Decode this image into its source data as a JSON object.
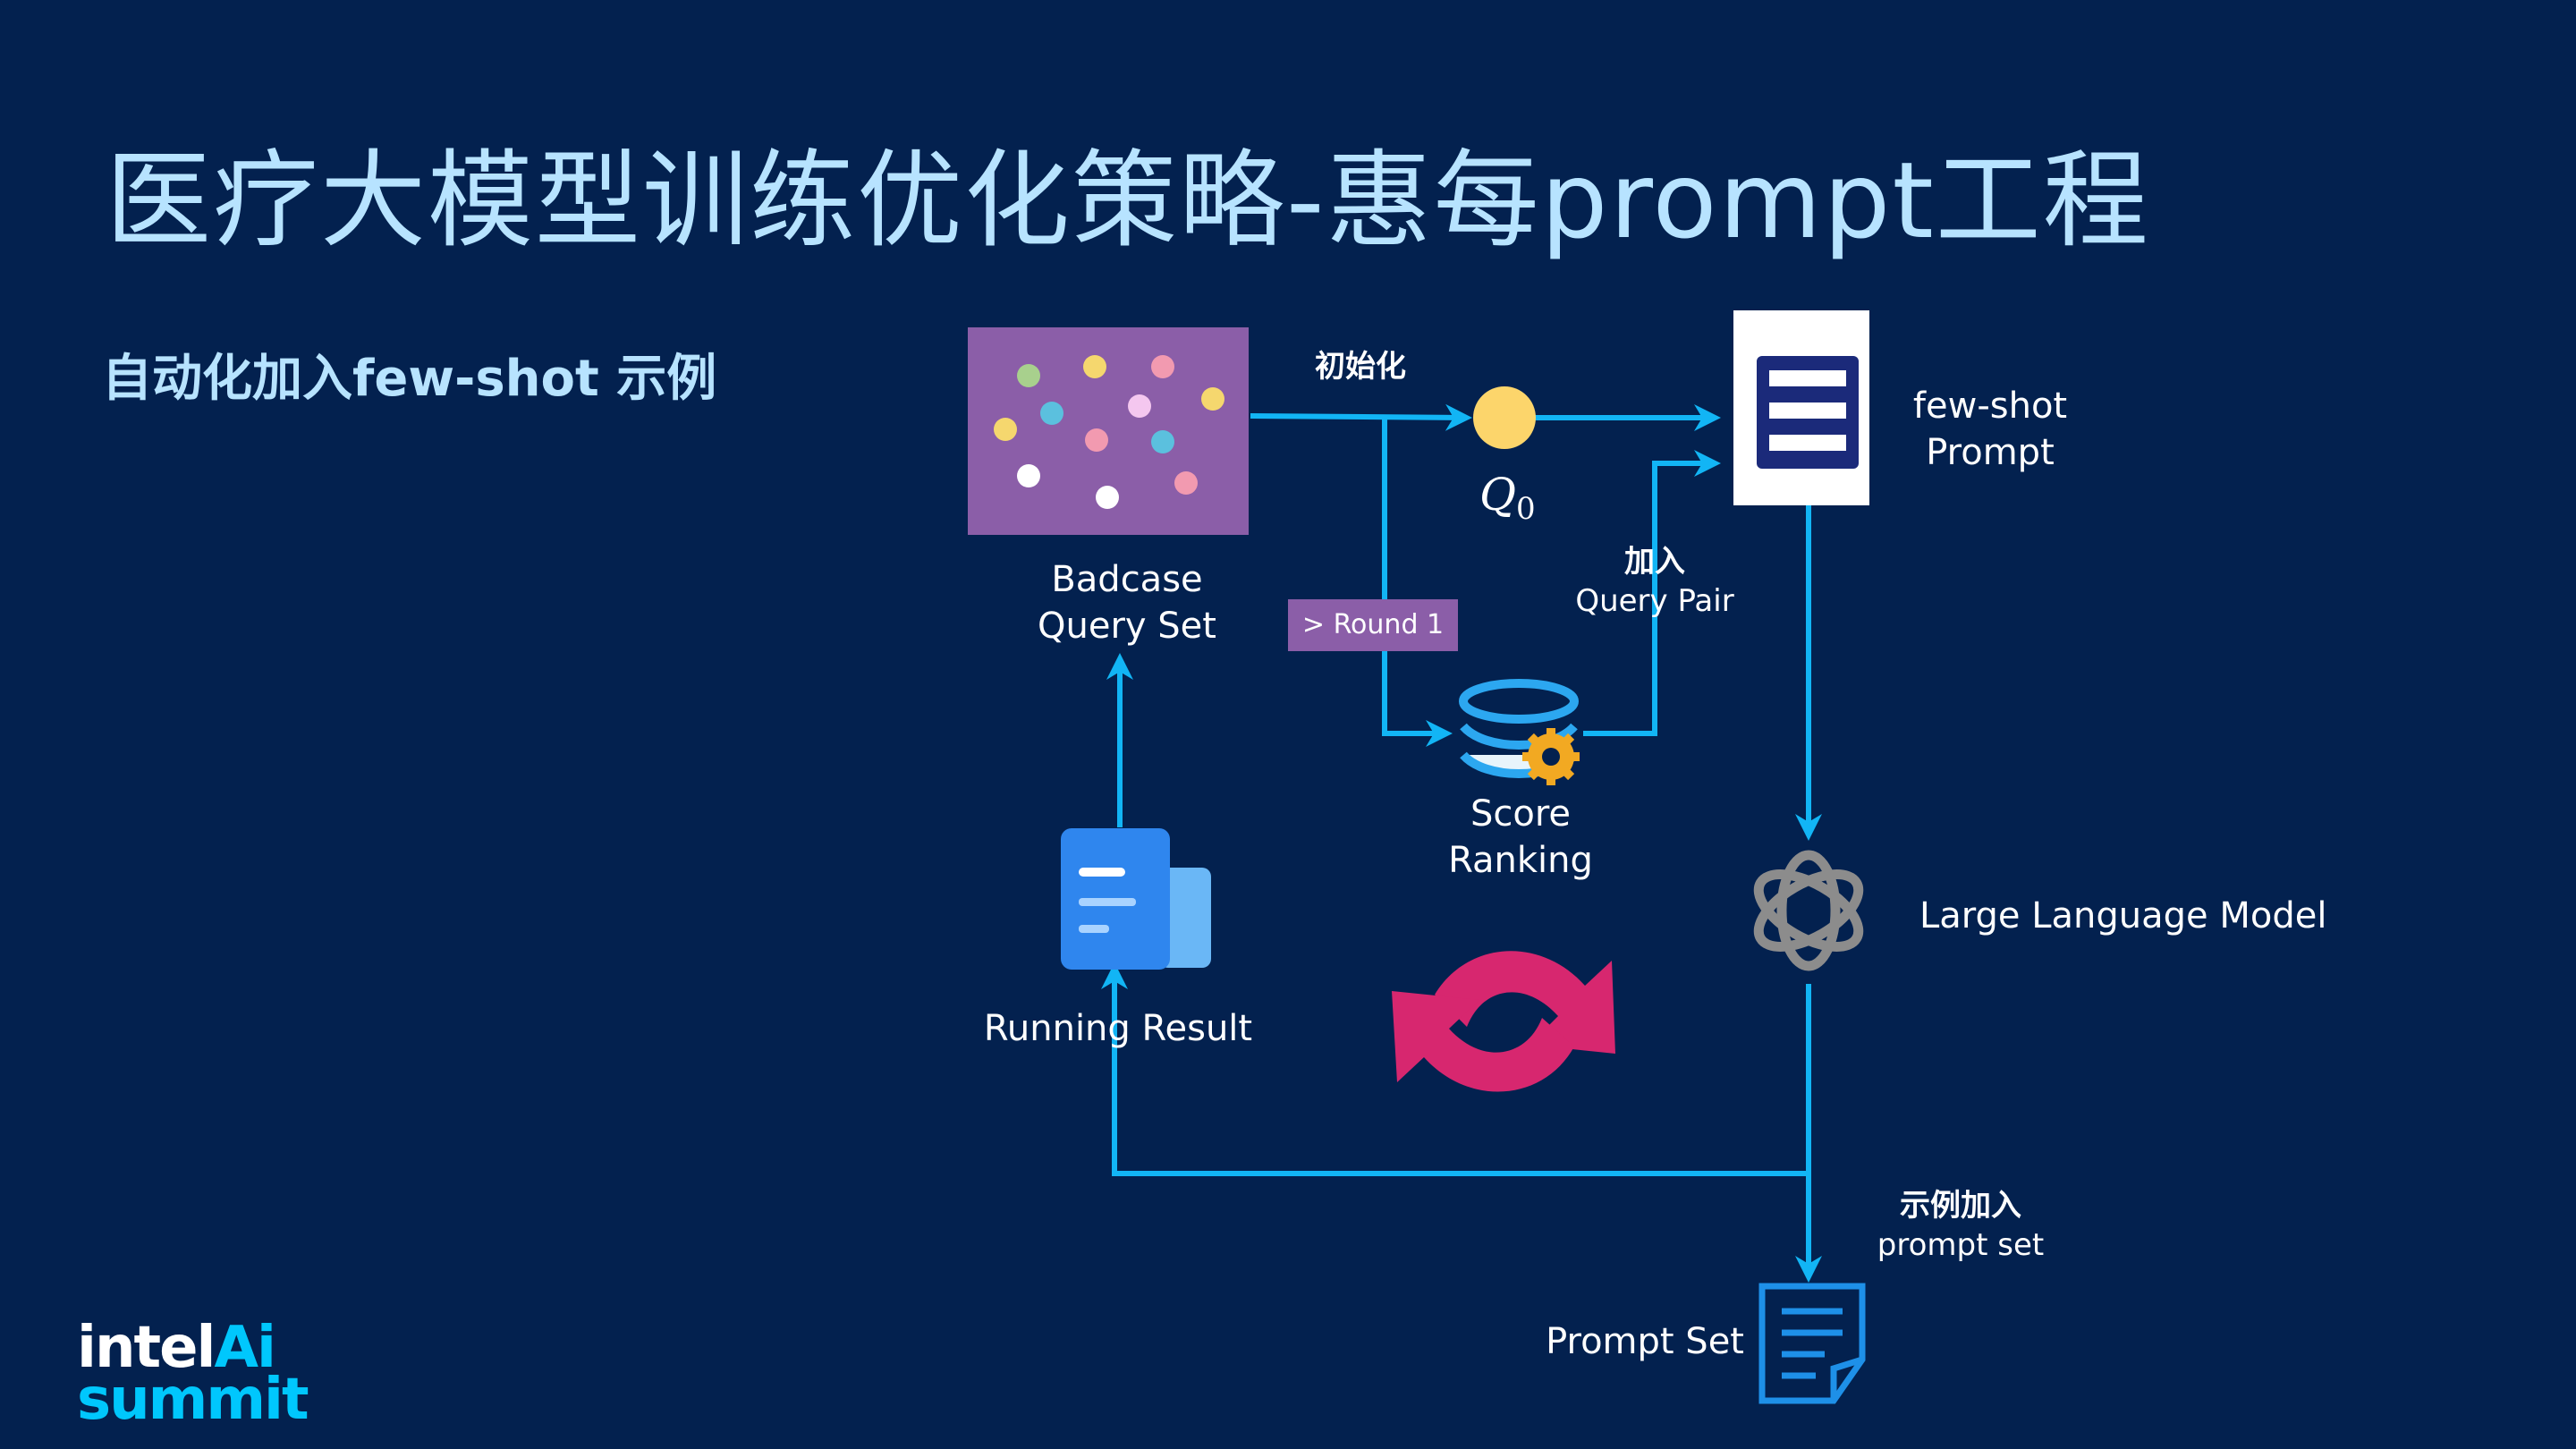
{
  "title": "医疗大模型训练优化策略-惠每prompt工程",
  "subtitle": "自动化加入few-shot 示例",
  "nodes": {
    "badcase": {
      "line1": "Badcase",
      "line2": "Query Set"
    },
    "q0": {
      "label": "Q",
      "sub": "0"
    },
    "fewshot": {
      "line1": "few-shot",
      "line2": "Prompt"
    },
    "score": {
      "line1": "Score",
      "line2": "Ranking"
    },
    "llm": {
      "label": "Large Language Model"
    },
    "running": {
      "label": "Running Result"
    },
    "promptset": {
      "label": "Prompt Set"
    }
  },
  "edges": {
    "init": "初始化",
    "round": "> Round 1",
    "add_pair": {
      "line1": "加入",
      "line2": "Query Pair"
    },
    "add_example": {
      "line1": "示例加入",
      "line2": "prompt set"
    }
  },
  "logo": {
    "line1_a": "intel",
    "line1_b": "Ai",
    "line2": "summit"
  },
  "colors": {
    "background": "#03214f",
    "title": "#b7e3ff",
    "arrow": "#12b5f5",
    "badcase_box": "#8b5ea8",
    "refresh": "#d7276f"
  }
}
